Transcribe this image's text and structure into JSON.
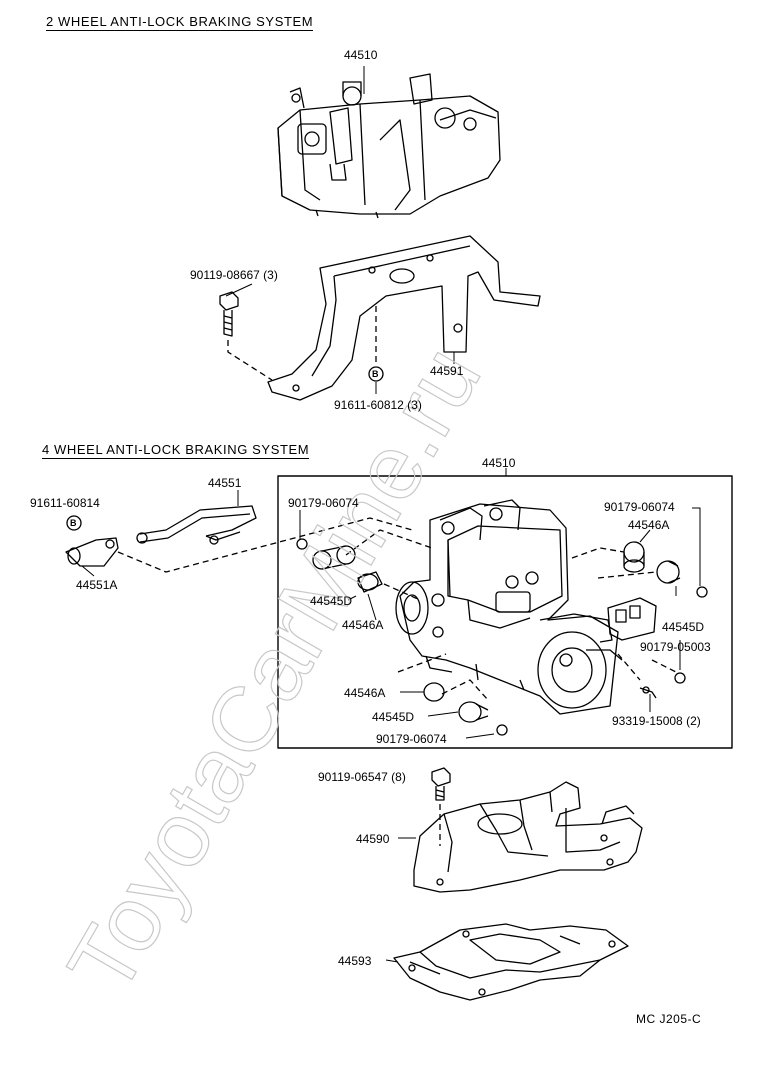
{
  "watermark": "ToyotaCarMine.ru",
  "sections": {
    "two_wheel": {
      "title": "2 WHEEL ANTI-LOCK BRAKING SYSTEM"
    },
    "four_wheel": {
      "title": "4 WHEEL ANTI-LOCK BRAKING SYSTEM"
    }
  },
  "callouts": {
    "p44510_top": "44510",
    "p90119_08667": "90119-08667 (3)",
    "p44591": "44591",
    "p91611_60812": "91611-60812 (3)",
    "p44510_box": "44510",
    "p91611_60814": "91611-60814",
    "p44551": "44551",
    "p44551A": "44551A",
    "p90179_06074_a": "90179-06074",
    "p44545D_a": "44545D",
    "p44546A_a": "44546A",
    "p90179_06074_b": "90179-06074",
    "p44546A_b": "44546A",
    "p44545D_b": "44545D",
    "p90179_05003": "90179-05003",
    "p44546A_c": "44546A",
    "p44545D_c": "44545D",
    "p90179_06074_c": "90179-06074",
    "p93319_15008": "93319-15008 (2)",
    "p90119_06547": "90119-06547 (8)",
    "p44590": "44590",
    "p44593": "44593"
  },
  "markers": {
    "b_marker": "B"
  },
  "figure_code": "MC  J205-C"
}
